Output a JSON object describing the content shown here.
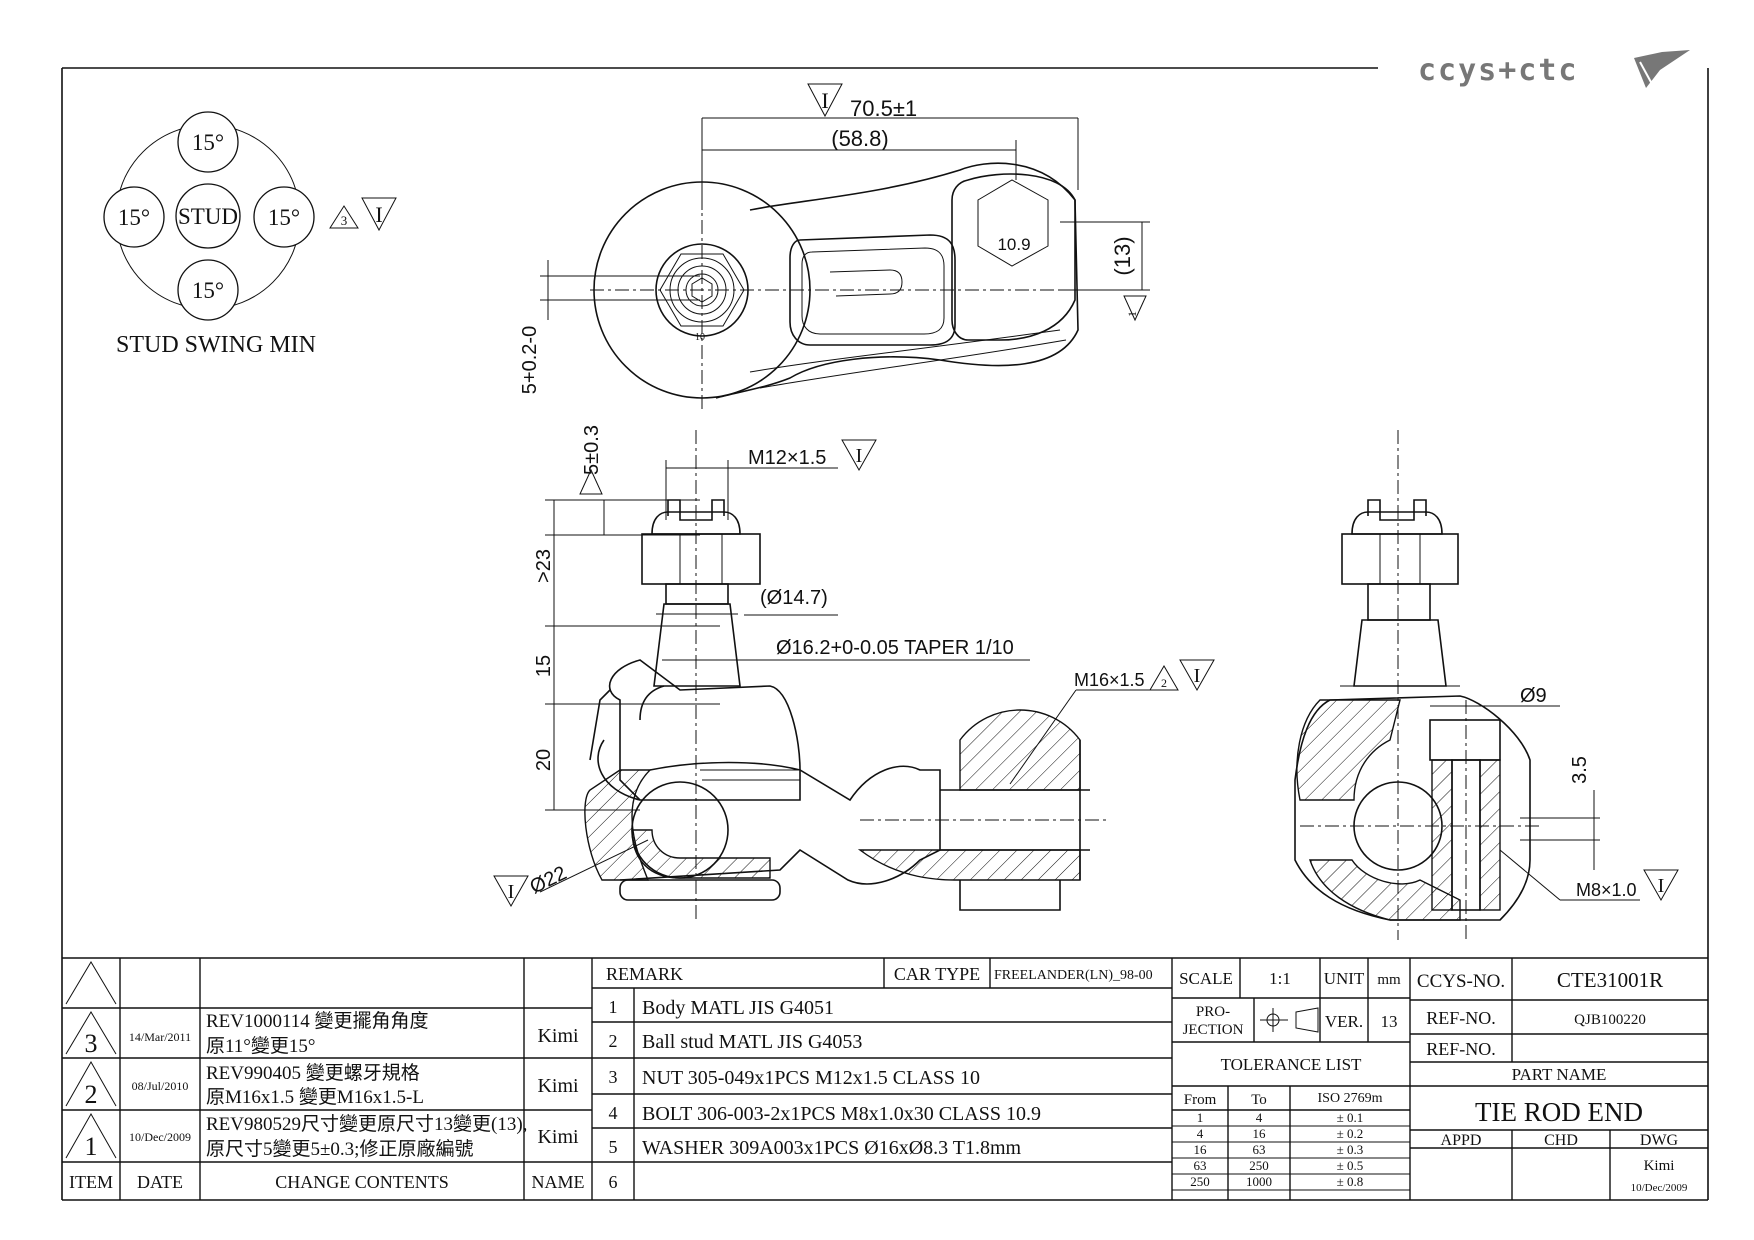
{
  "header": {
    "logo_text": "ccys+ctc"
  },
  "swing": {
    "items": [
      "15°",
      "15°",
      "15°",
      "15°"
    ],
    "center": "STUD",
    "caption": "STUD SWING MIN",
    "rev_mark": "3",
    "inspect": "I"
  },
  "dims": {
    "top_length": "70.5±1",
    "top_length2": "(58.8)",
    "nut_10_9": "10.9",
    "nut_10": "10",
    "hole13": "(13)",
    "tol5": "5+0.2-0",
    "stud_5": "5±0.3",
    "m12": "M12×1.5",
    "gt23": ">23",
    "d147": "(Ø14.7)",
    "taper": "Ø16.2+0-0.05  TAPER 1/10",
    "d15": "15",
    "m16": "M16×1.5",
    "m16_rev": "2",
    "d20": "20",
    "d22": "Ø22",
    "d9": "Ø9",
    "d35": "3.5",
    "m8": "M8×1.0"
  },
  "revisions": [
    {
      "mark": "3",
      "date": "14/Mar/2011",
      "content1": "REV1000114 變更擺角角度",
      "content2": "原11°變更15°",
      "name": "Kimi"
    },
    {
      "mark": "2",
      "date": "08/Jul/2010",
      "content1": "REV990405 變更螺牙規格",
      "content2": "原M16x1.5 變更M16x1.5-L",
      "name": "Kimi"
    },
    {
      "mark": "1",
      "date": "10/Dec/2009",
      "content1": "REV980529尺寸變更原尺寸13變更(13),",
      "content2": "原尺寸5變更5±0.3;修正原廠編號",
      "name": "Kimi"
    }
  ],
  "rev_headers": {
    "item": "ITEM",
    "date": "DATE",
    "content": "CHANGE CONTENTS",
    "name": "NAME"
  },
  "remarks": {
    "label": "REMARK",
    "car_type_label": "CAR TYPE",
    "car_type": "FREELANDER(LN)_98-00",
    "items": [
      {
        "n": "1",
        "text": "Body MATL JIS G4051"
      },
      {
        "n": "2",
        "text": "Ball stud MATL JIS G4053"
      },
      {
        "n": "3",
        "text": "NUT 305-049x1PCS M12x1.5 CLASS 10"
      },
      {
        "n": "4",
        "text": "BOLT 306-003-2x1PCS M8x1.0x30 CLASS 10.9"
      },
      {
        "n": "5",
        "text": "WASHER 309A003x1PCS Ø16xØ8.3 T1.8mm"
      },
      {
        "n": "6",
        "text": ""
      }
    ]
  },
  "spec": {
    "scale_label": "SCALE",
    "scale": "1:1",
    "unit_label": "UNIT",
    "unit": "mm",
    "projection_label1": "PRO-",
    "projection_label2": "JECTION",
    "ver_label": "VER.",
    "ver": "13",
    "tol_title": "TOLERANCE LIST",
    "tol_headers": [
      "From",
      "To",
      "ISO 2769m"
    ],
    "tol_rows": [
      [
        "1",
        "4",
        "± 0.1"
      ],
      [
        "4",
        "16",
        "± 0.2"
      ],
      [
        "16",
        "63",
        "± 0.3"
      ],
      [
        "63",
        "250",
        "± 0.5"
      ],
      [
        "250",
        "1000",
        "± 0.8"
      ]
    ]
  },
  "title_block": {
    "ccys_label": "CCYS-NO.",
    "ccys": "CTE31001R",
    "ref1_label": "REF-NO.",
    "ref1": "QJB100220",
    "ref2_label": "REF-NO.",
    "ref2": "",
    "part_name_label": "PART NAME",
    "part_name": "TIE ROD END",
    "appd_label": "APPD",
    "chd_label": "CHD",
    "dwg_label": "DWG",
    "dwg_name": "Kimi",
    "dwg_date": "10/Dec/2009"
  }
}
